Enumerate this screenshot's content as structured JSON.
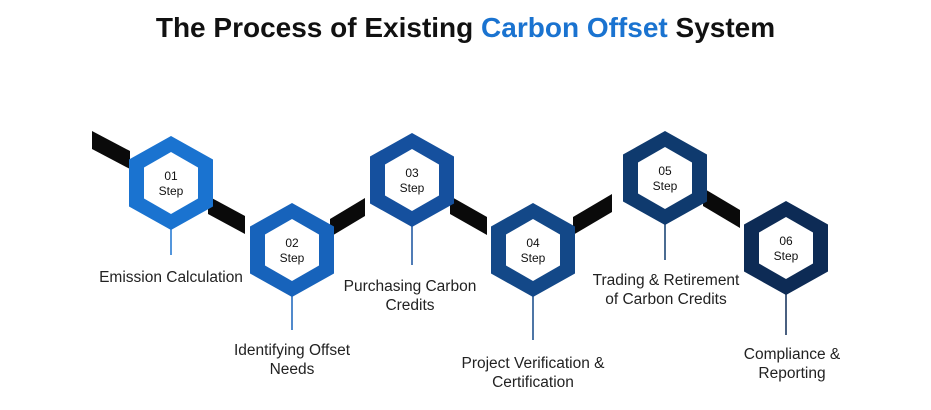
{
  "title": {
    "prefix": "The Process of Existing ",
    "accent": "Carbon Offset",
    "suffix": " System"
  },
  "accent_color": "#1a73d0",
  "steps": [
    {
      "number": "01",
      "word": "Step",
      "label": "Emission Calculation",
      "color": "#1a73d0"
    },
    {
      "number": "02",
      "word": "Step",
      "label": "Identifying Offset Needs",
      "color": "#1763bb"
    },
    {
      "number": "03",
      "word": "Step",
      "label": "Purchasing Carbon Credits",
      "color": "#15509e"
    },
    {
      "number": "04",
      "word": "Step",
      "label": "Project Verification & Certification",
      "color": "#134888"
    },
    {
      "number": "05",
      "word": "Step",
      "label": "Trading & Retirement of Carbon Credits",
      "color": "#0f3a6e"
    },
    {
      "number": "06",
      "word": "Step",
      "label": "Compliance & Reporting",
      "color": "#0d2b55"
    }
  ]
}
